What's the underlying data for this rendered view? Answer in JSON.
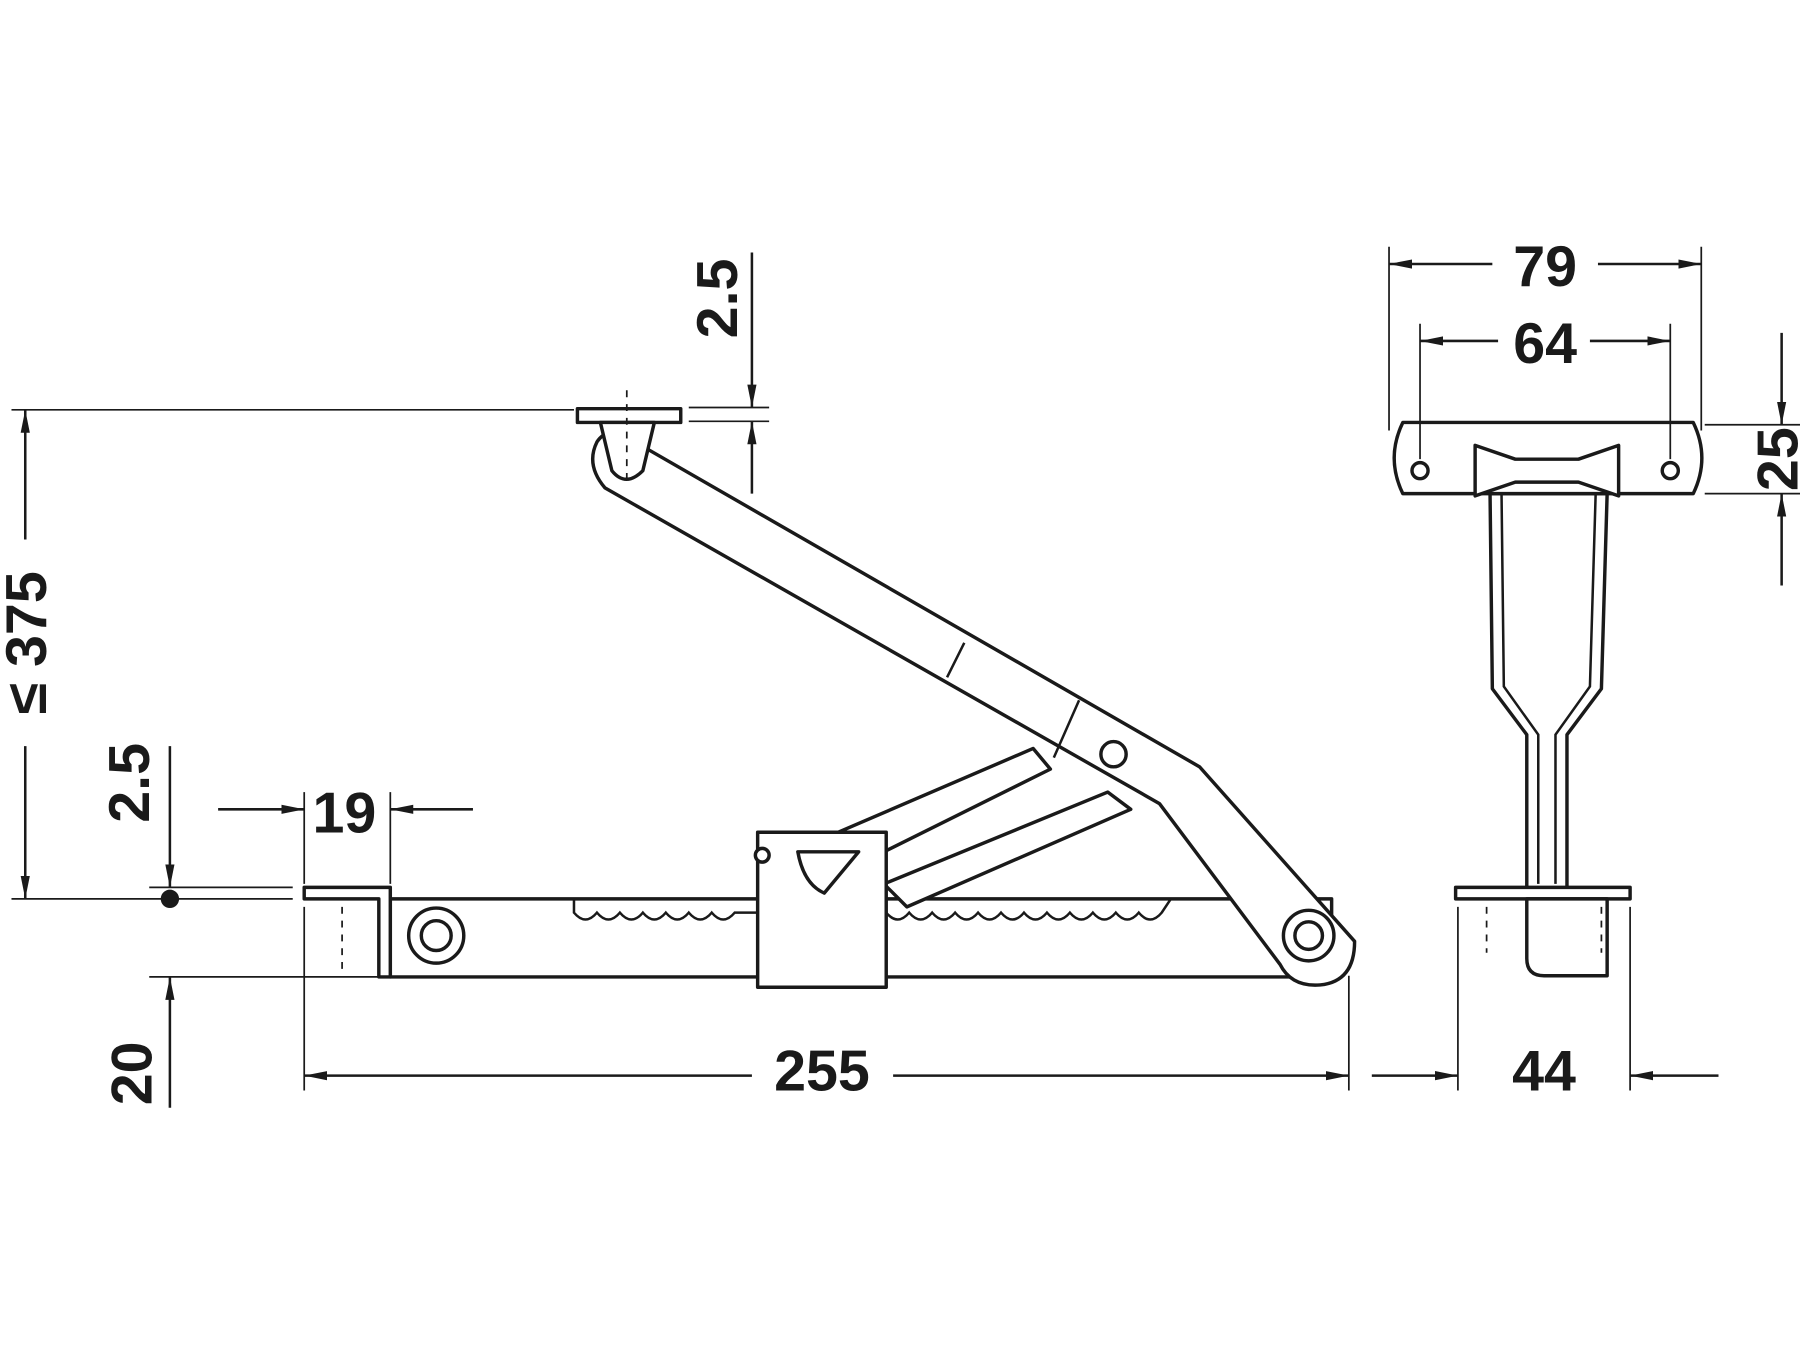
{
  "dimensions": {
    "max_height": "≤ 375",
    "top_plate_thickness": "2.5",
    "base_plate_thickness": "2.5",
    "base_offset": "19",
    "base_height": "20",
    "total_length": "255",
    "side_depth": "44",
    "plate_width": "79",
    "hole_spacing": "64",
    "plate_height": "25"
  },
  "colors": {
    "line": "#1a1a1a",
    "background": "#ffffff"
  }
}
